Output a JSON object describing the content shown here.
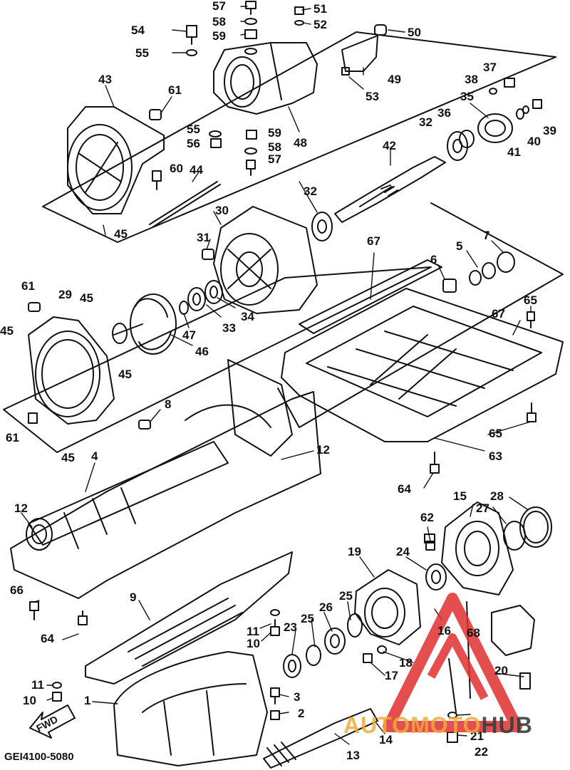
{
  "diagram": {
    "code": "GEI4100-5080",
    "fwd_label": "FWD",
    "labels": [
      {
        "id": "57",
        "t": "57"
      },
      {
        "id": "51",
        "t": "51"
      },
      {
        "id": "58a",
        "t": "58"
      },
      {
        "id": "52",
        "t": "52"
      },
      {
        "id": "54",
        "t": "54"
      },
      {
        "id": "59a",
        "t": "59"
      },
      {
        "id": "50",
        "t": "50"
      },
      {
        "id": "55a",
        "t": "55"
      },
      {
        "id": "37",
        "t": "37"
      },
      {
        "id": "38",
        "t": "38"
      },
      {
        "id": "49",
        "t": "49"
      },
      {
        "id": "43",
        "t": "43"
      },
      {
        "id": "53",
        "t": "53"
      },
      {
        "id": "35",
        "t": "35"
      },
      {
        "id": "61a",
        "t": "61"
      },
      {
        "id": "39",
        "t": "39"
      },
      {
        "id": "36",
        "t": "36"
      },
      {
        "id": "32a",
        "t": "32"
      },
      {
        "id": "55b",
        "t": "55"
      },
      {
        "id": "59b",
        "t": "59"
      },
      {
        "id": "56",
        "t": "56"
      },
      {
        "id": "48",
        "t": "48"
      },
      {
        "id": "41",
        "t": "41"
      },
      {
        "id": "40",
        "t": "40"
      },
      {
        "id": "58b",
        "t": "58"
      },
      {
        "id": "42",
        "t": "42"
      },
      {
        "id": "57b",
        "t": "57"
      },
      {
        "id": "60",
        "t": "60"
      },
      {
        "id": "44",
        "t": "44"
      },
      {
        "id": "32b",
        "t": "32"
      },
      {
        "id": "30",
        "t": "30"
      },
      {
        "id": "45a",
        "t": "45"
      },
      {
        "id": "31",
        "t": "31"
      },
      {
        "id": "67a",
        "t": "67"
      },
      {
        "id": "7",
        "t": "7"
      },
      {
        "id": "5",
        "t": "5"
      },
      {
        "id": "6",
        "t": "6"
      },
      {
        "id": "61b",
        "t": "61"
      },
      {
        "id": "29",
        "t": "29"
      },
      {
        "id": "45b",
        "t": "45"
      },
      {
        "id": "65a",
        "t": "65"
      },
      {
        "id": "34",
        "t": "34"
      },
      {
        "id": "33",
        "t": "33"
      },
      {
        "id": "67b",
        "t": "67"
      },
      {
        "id": "45c",
        "t": "45"
      },
      {
        "id": "47",
        "t": "47"
      },
      {
        "id": "46",
        "t": "46"
      },
      {
        "id": "45d",
        "t": "45"
      },
      {
        "id": "8",
        "t": "8"
      },
      {
        "id": "61c",
        "t": "61"
      },
      {
        "id": "65b",
        "t": "65"
      },
      {
        "id": "45e",
        "t": "45"
      },
      {
        "id": "12a",
        "t": "12"
      },
      {
        "id": "63",
        "t": "63"
      },
      {
        "id": "4",
        "t": "4"
      },
      {
        "id": "64a",
        "t": "64"
      },
      {
        "id": "15",
        "t": "15"
      },
      {
        "id": "28",
        "t": "28"
      },
      {
        "id": "62",
        "t": "62"
      },
      {
        "id": "27",
        "t": "27"
      },
      {
        "id": "12b",
        "t": "12"
      },
      {
        "id": "19",
        "t": "19"
      },
      {
        "id": "24",
        "t": "24"
      },
      {
        "id": "66",
        "t": "66"
      },
      {
        "id": "9",
        "t": "9"
      },
      {
        "id": "25a",
        "t": "25"
      },
      {
        "id": "26",
        "t": "26"
      },
      {
        "id": "16",
        "t": "16"
      },
      {
        "id": "11a",
        "t": "11"
      },
      {
        "id": "25b",
        "t": "25"
      },
      {
        "id": "23",
        "t": "23"
      },
      {
        "id": "68",
        "t": "68"
      },
      {
        "id": "64b",
        "t": "64"
      },
      {
        "id": "10a",
        "t": "10"
      },
      {
        "id": "18",
        "t": "18"
      },
      {
        "id": "17",
        "t": "17"
      },
      {
        "id": "20",
        "t": "20"
      },
      {
        "id": "11b",
        "t": "11"
      },
      {
        "id": "3",
        "t": "3"
      },
      {
        "id": "10b",
        "t": "10"
      },
      {
        "id": "1",
        "t": "1"
      },
      {
        "id": "2",
        "t": "2"
      },
      {
        "id": "21",
        "t": "21"
      },
      {
        "id": "14",
        "t": "14"
      },
      {
        "id": "22",
        "t": "22"
      },
      {
        "id": "13",
        "t": "13"
      }
    ]
  },
  "watermark": {
    "part1": "AUTOMOTO",
    "part2": "HUB",
    "color_accent": "#e8a23c",
    "color_logo": "#e03030"
  }
}
